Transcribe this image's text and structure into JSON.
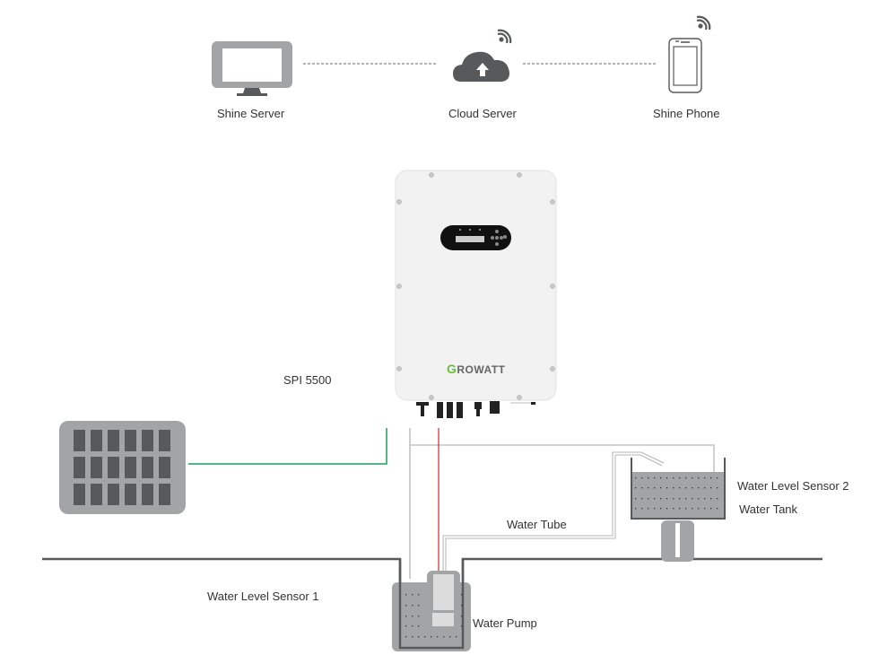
{
  "network": {
    "shine_server": {
      "label": "Shine Server",
      "icon": "monitor-icon"
    },
    "cloud_server": {
      "label": "Cloud Server",
      "icon": "cloud-upload-icon"
    },
    "shine_phone": {
      "label": "Shine Phone",
      "icon": "smartphone-icon"
    }
  },
  "inverter": {
    "model_label": "SPI 5500",
    "brand": "GROWATT",
    "brand_first": "G",
    "brand_rest": "ROWATT"
  },
  "labels": {
    "water_tube": "Water Tube",
    "water_level_sensor_1": "Water Level Sensor 1",
    "water_level_sensor_2": "Water Level Sensor 2",
    "water_tank": "Water Tank",
    "water_pump": "Water Pump"
  },
  "colors": {
    "pv_cable": "#1f9e5a",
    "power_cable": "#d9262b",
    "brand_green": "#6abf3a",
    "device_gray": "#a3a4a6",
    "dark_gray": "#58595b"
  }
}
